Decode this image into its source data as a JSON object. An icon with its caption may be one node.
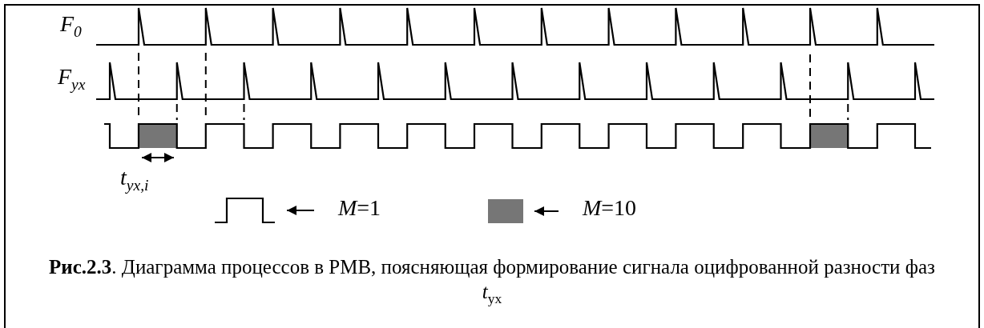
{
  "diagram": {
    "caption": "**Рис.2.3**. Диаграмма процессов в РМВ, поясняющая формирование сигнала оцифрованной разности фаз *t*$_{yx}$",
    "nodes": [
      {
        "text": [],
        "shape": "picture"
      },
      {
        "text": [
          "*M*=1"
        ]
      },
      {
        "text": [],
        "shape": "box"
      },
      {
        "text": [
          "*M*=10"
        ]
      }
    ],
    "edges": [
      {
        "from": 1,
        "to": 0,
        "arrow": "to"
      },
      {
        "from": 3,
        "to": 2,
        "arrow": "to"
      }
    ],
    "labels": [
      "*F*$_{0}$",
      "*F*$_{yx}$",
      "*t*$_{yx,i}$"
    ]
  }
}
